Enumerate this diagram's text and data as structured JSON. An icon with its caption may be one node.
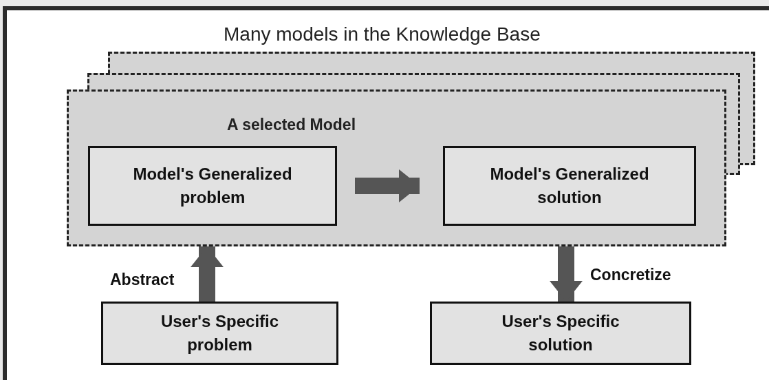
{
  "diagram": {
    "title": "Many models in the Knowledge Base",
    "nodes": [
      {
        "text": [
          "A selected Model"
        ]
      },
      {
        "text": [
          "Model's Generalized problem"
        ],
        "in": 0
      },
      {
        "text": [
          "Model's Generalized solution"
        ],
        "in": 0
      },
      {
        "text": [
          "User's Specific problem"
        ]
      },
      {
        "text": [
          "User's Specific solution"
        ]
      }
    ],
    "edges": [
      {
        "from": 1,
        "to": 2,
        "arrow": "to"
      },
      {
        "from": 3,
        "to": 0,
        "arrow": "to",
        "label": "Abstract"
      },
      {
        "from": 0,
        "to": 4,
        "arrow": "to",
        "label": "Concretize"
      }
    ]
  }
}
